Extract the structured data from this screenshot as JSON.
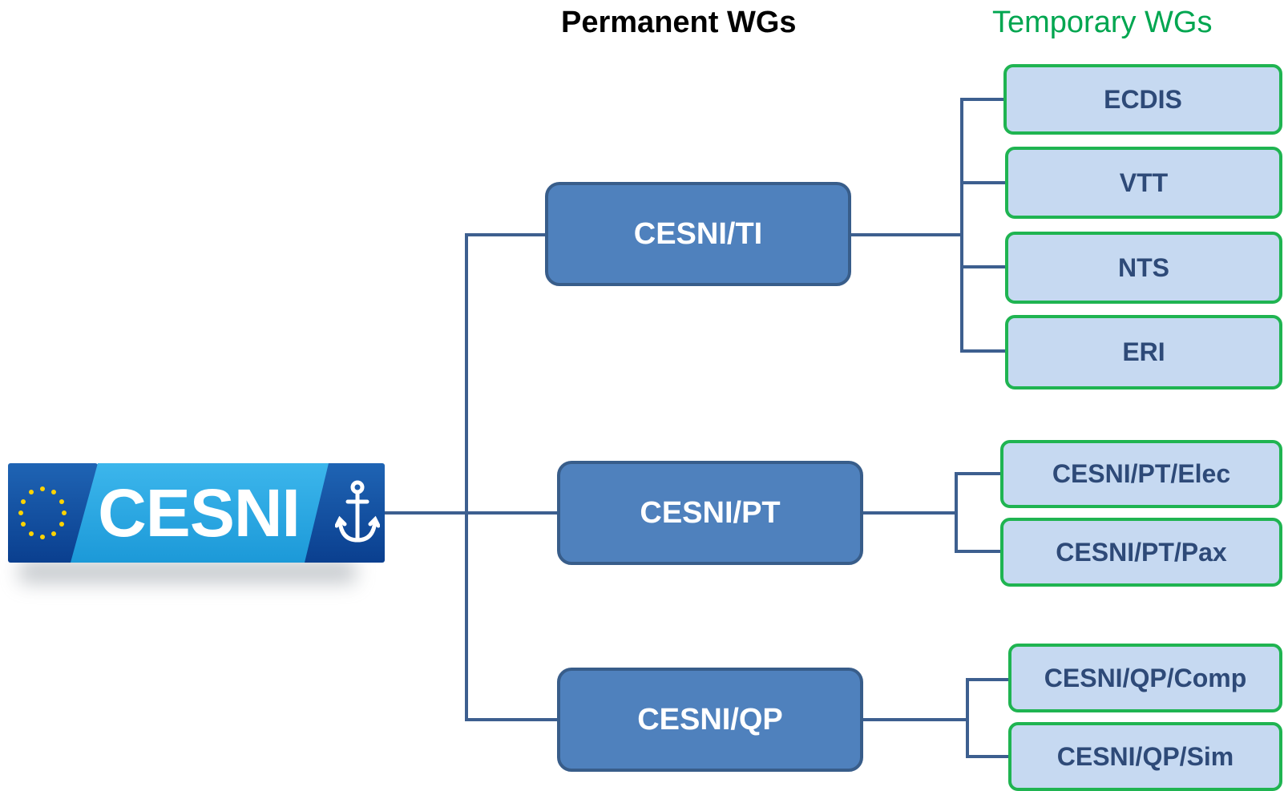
{
  "headers": {
    "permanent": "Permanent WGs",
    "temporary": "Temporary WGs"
  },
  "logo": {
    "text": "CESNI"
  },
  "permanent_wgs": [
    {
      "label": "CESNI/TI",
      "temporary": [
        "ECDIS",
        "VTT",
        "NTS",
        "ERI"
      ]
    },
    {
      "label": "CESNI/PT",
      "temporary": [
        "CESNI/PT/Elec",
        "CESNI/PT/Pax"
      ]
    },
    {
      "label": "CESNI/QP",
      "temporary": [
        "CESNI/QP/Comp",
        "CESNI/QP/Sim"
      ]
    }
  ],
  "colors": {
    "permanent_fill": "#4f81bd",
    "permanent_border": "#385d8a",
    "temporary_fill": "#c6d9f1",
    "temporary_border": "#1fb451",
    "temporary_header": "#00a650",
    "connector": "#3d5f8f"
  }
}
